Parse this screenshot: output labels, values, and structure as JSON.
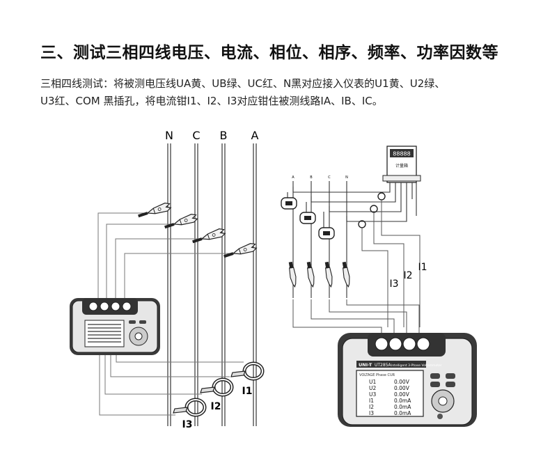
{
  "heading": "三、测试三相四线电压、电流、相位、相序、频率、功率因数等",
  "description": {
    "line1": "三相四线测试：将被测电压线UA黄、UB绿、UC红、N黑对应接入仪表的U1黄、U2绿、",
    "line2": "U3红、COM 黑插孔，将电流钳I1、I2、I3对应钳住被测线路IA、IB、IC。"
  },
  "left_diagram": {
    "phase_labels": [
      "N",
      "C",
      "B",
      "A"
    ],
    "clamp_labels": [
      "I1",
      "I2",
      "I3"
    ]
  },
  "right_diagram": {
    "meter_display": "88888",
    "meter_sub": "计量箱",
    "phase_labels": [
      "A",
      "B",
      "C",
      "N"
    ],
    "current_labels": [
      "I3",
      "I2",
      "I1"
    ],
    "instrument": {
      "brand": "UNI-T",
      "model": "UT285A",
      "subtitle": "Intelligent 3-Phase Voltammeter",
      "header": "VOLTAGE   Phase CUR",
      "rows": [
        {
          "ch": "U1",
          "val": "0.00V"
        },
        {
          "ch": "U2",
          "val": "0.00V"
        },
        {
          "ch": "U3",
          "val": "0.00V"
        },
        {
          "ch": "I1",
          "val": "0.0mA"
        },
        {
          "ch": "I2",
          "val": "0.0mA"
        },
        {
          "ch": "I3",
          "val": "0.0mA"
        }
      ]
    }
  }
}
